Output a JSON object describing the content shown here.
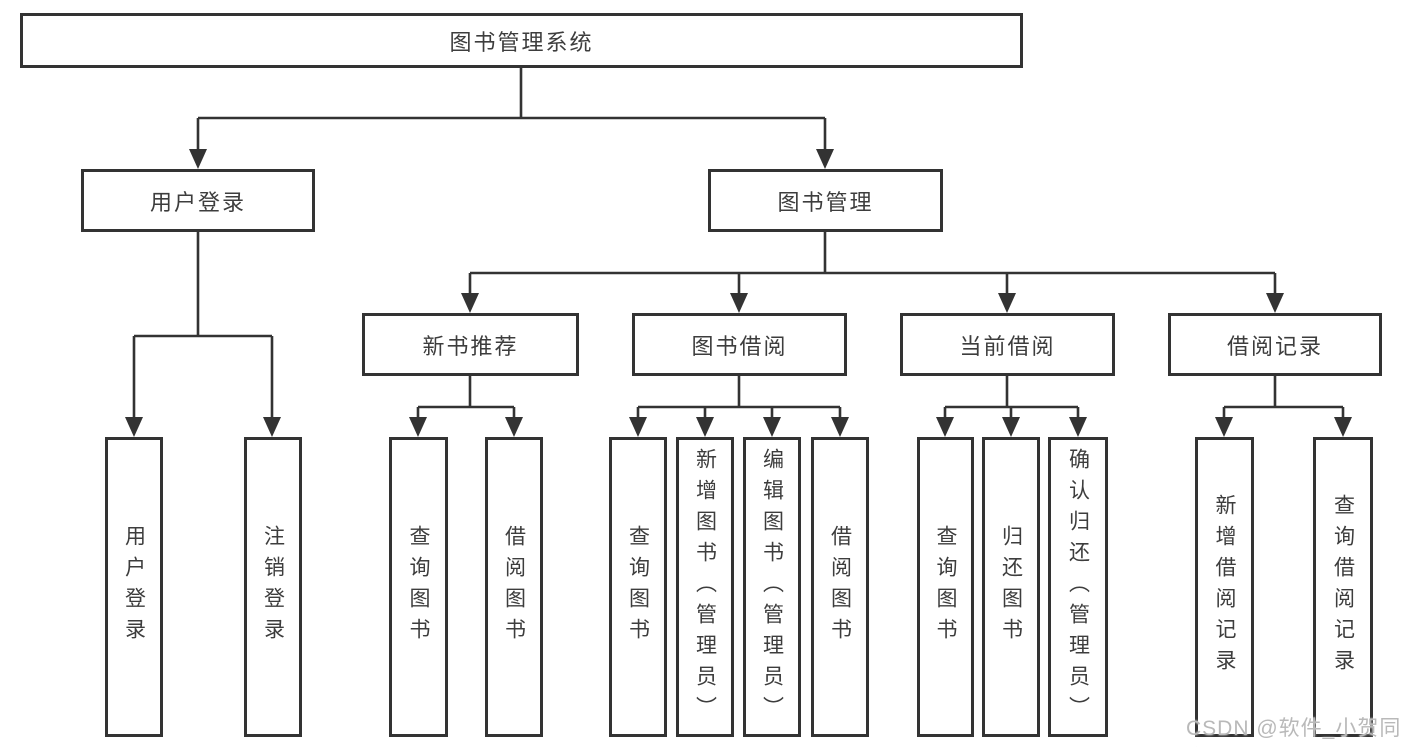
{
  "colors": {
    "line": "#333333",
    "box_border": "#333333",
    "box_fill": "#ffffff",
    "text": "#3d3d3d",
    "background": "#ffffff",
    "watermark": "#b9b9b9"
  },
  "chart_type": "tree-diagram",
  "nodes": {
    "root": "图书管理系统",
    "user_login": "用户登录",
    "book_management": "图书管理",
    "new_book_recommend": "新书推荐",
    "book_borrowing": "图书借阅",
    "current_borrowing": "当前借阅",
    "borrowing_records": "借阅记录",
    "leaf_user_login": "用户登录",
    "leaf_logout": "注销登录",
    "leaf_query_books_recommend": "查询图书",
    "leaf_borrow_books_recommend": "借阅图书",
    "leaf_query_books_borrowing": "查询图书",
    "leaf_add_book_admin": "新增图书（管理员）",
    "leaf_edit_book_admin": "编辑图书（管理员）",
    "leaf_borrow_books_borrowing": "借阅图书",
    "leaf_query_books_current": "查询图书",
    "leaf_return_book": "归还图书",
    "leaf_confirm_return_admin": "确认归还（管理员）",
    "leaf_add_borrow_record": "新增借阅记录",
    "leaf_query_borrow_record": "查询借阅记录"
  },
  "hierarchy": {
    "图书管理系统": {
      "用户登录": [
        "用户登录",
        "注销登录"
      ],
      "图书管理": {
        "新书推荐": [
          "查询图书",
          "借阅图书"
        ],
        "图书借阅": [
          "查询图书",
          "新增图书（管理员）",
          "编辑图书（管理员）",
          "借阅图书"
        ],
        "当前借阅": [
          "查询图书",
          "归还图书",
          "确认归还（管理员）"
        ],
        "借阅记录": [
          "新增借阅记录",
          "查询借阅记录"
        ]
      }
    }
  },
  "watermark": {
    "text": "CSDN @软件_小贺同学"
  }
}
